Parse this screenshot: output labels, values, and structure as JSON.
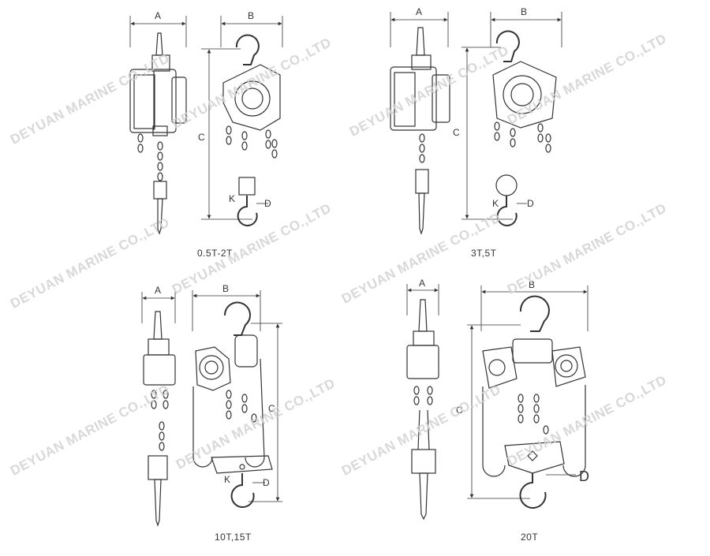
{
  "watermark": "DEYUAN MARINE CO.,LTD",
  "dimension_labels": {
    "a": "A",
    "b": "B",
    "c": "C",
    "d": "D",
    "k": "K"
  },
  "captions": {
    "panel_1": "0.5T-2T",
    "panel_2": "3T,5T",
    "panel_3": "10T,15T",
    "panel_4": "20T"
  },
  "colors": {
    "line": "#333333",
    "watermark": "#d2d2d2"
  }
}
